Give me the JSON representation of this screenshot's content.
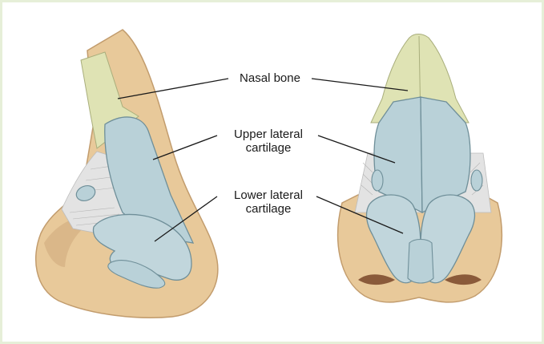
{
  "labels": {
    "nasal_bone": "Nasal bone",
    "upper_lateral": [
      "Upper lateral",
      "cartilage"
    ],
    "lower_lateral": [
      "Lower lateral",
      "cartilage"
    ]
  },
  "colors": {
    "background": "#ffffff",
    "frame": "#e6efd8",
    "skin": "#e8c99a",
    "skin_shadow": "#caa576",
    "bone": "#dfe3b4",
    "cartilage": "#b9d1d8",
    "cartilage_edge": "#6f8f99",
    "fibrous_tissue": "#d9d9d9",
    "leader_line": "#1a1a1a"
  }
}
